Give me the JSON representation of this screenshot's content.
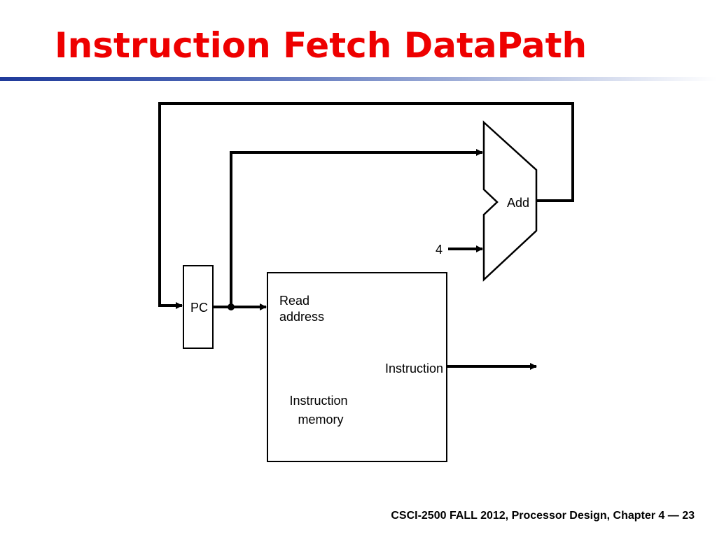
{
  "slide": {
    "title": "Instruction Fetch DataPath",
    "footer": "CSCI-2500 FALL 2012, Processor Design, Chapter 4 — 23"
  },
  "diagram": {
    "pc_label": "PC",
    "adder_label": "Add",
    "constant_input": "4",
    "memory": {
      "read_label_line1": "Read",
      "read_label_line2": "address",
      "output_label": "Instruction",
      "name_line1": "Instruction",
      "name_line2": "memory"
    }
  },
  "colors": {
    "title": "#ee0000",
    "rule_start": "#1f3a9a",
    "rule_end": "#ffffff",
    "wire": "#000000"
  }
}
